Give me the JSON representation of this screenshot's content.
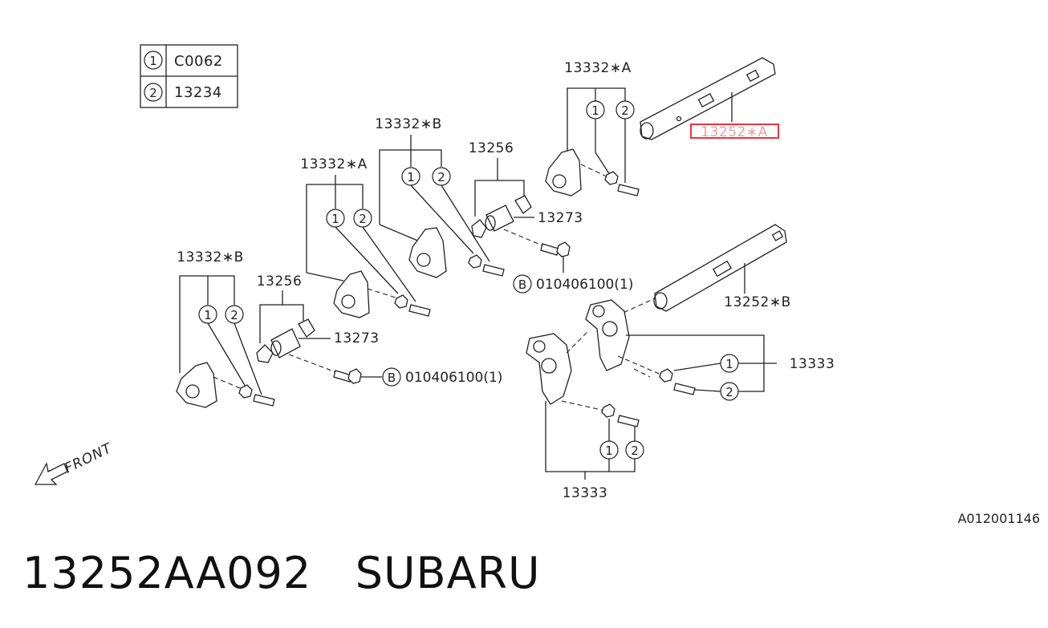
{
  "legend": [
    {
      "marker": "1",
      "code": "C0062"
    },
    {
      "marker": "2",
      "code": "13234"
    }
  ],
  "callouts": {
    "rocker_upper_right": "13332∗A",
    "rocker_mid_b": "13332∗B",
    "rocker_mid_a": "13332∗A",
    "rocker_left_b": "13332∗B",
    "washer_top": "13256",
    "washer_left": "13256",
    "shim_top": "13273",
    "shim_left": "13273",
    "bolt_top": "010406100(1)",
    "bolt_left": "010406100(1)",
    "shaft_a": "13252∗A",
    "shaft_b": "13252∗B",
    "rocker_right": "13333",
    "rocker_bottom": "13333"
  },
  "markers": {
    "one": "1",
    "two": "2",
    "b": "B"
  },
  "front_label": "FRONT",
  "figure_code": "A012001146",
  "footer": {
    "part_number": "13252AA092",
    "brand": "SUBARU"
  },
  "highlight_color": "#e8343f"
}
